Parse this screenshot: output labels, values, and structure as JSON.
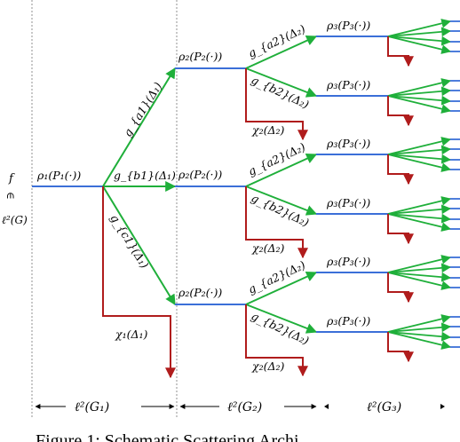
{
  "left_label": {
    "top": "f",
    "middle": "∈",
    "bottom": "ℓ²(G)"
  },
  "stage1": {
    "rho_label": "ρ₁(P₁(·))",
    "g_labels": [
      "g_{a1}(Δ₁)",
      "g_{b1}(Δ₁)",
      "g_{c1}(Δ₁)"
    ],
    "chi_label": "χ₁(Δ₁)"
  },
  "stage2": {
    "rho_label": "ρ₂(P₂(·))",
    "g_labels": [
      {
        "a": "g_{a2}(Δ₂)",
        "b": "g_{b2}(Δ₂)"
      },
      {
        "a": "g_{a2}(Δ₂)",
        "b": "g_{b2}(Δ₂)"
      },
      {
        "a": "g_{a2}(Δ₂)",
        "b": "g_{b2}(Δ₂)"
      }
    ],
    "chi_label": "χ₂(Δ₂)"
  },
  "stage3": {
    "rho_label": "ρ₃(P₃(·))"
  },
  "bottom_axis": {
    "g1": "ℓ²(G₁)",
    "g2": "ℓ²(G₂)",
    "g3": "ℓ²(G₃)"
  },
  "caption": "Figure 1: Schematic Scattering Archi",
  "colors": {
    "blue": "#3b6fd8",
    "green": "#1faf3a",
    "red": "#b01c1c",
    "dashed": "#777777"
  }
}
